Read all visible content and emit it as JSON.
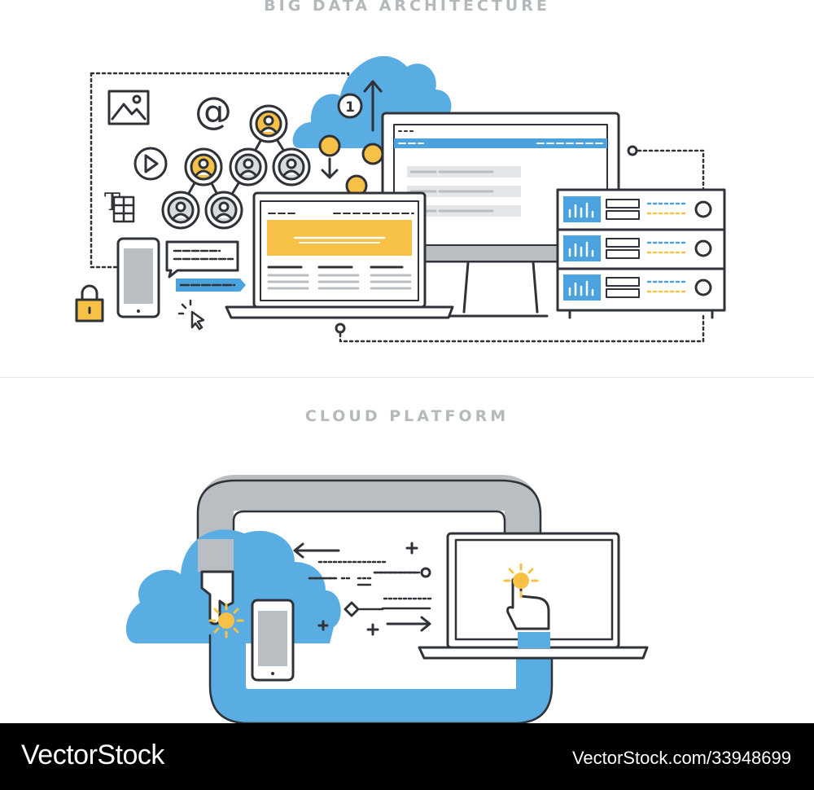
{
  "top_section": {
    "title": "BIG DATA ARCHITECTURE"
  },
  "bottom_section": {
    "title": "CLOUD PLATFORM"
  },
  "footer": {
    "brand": "VectorStock",
    "reference": "VectorStock.com/33948699"
  },
  "icons": {
    "at_symbol": "@",
    "coin_label": "1",
    "plus": "+",
    "text_glyph": "T"
  },
  "colors": {
    "line": "#2f3338",
    "cloud_blue": "#5aade3",
    "accent_yellow": "#f6c146",
    "panel_gray": "#b9bec2",
    "light_gray": "#e4e7e9",
    "screen_bar_blue": "#4aa3df",
    "footer_bg": "#000000"
  }
}
